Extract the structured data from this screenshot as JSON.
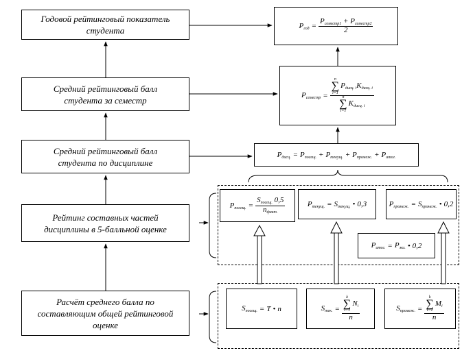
{
  "left_boxes": {
    "annual": "Годовой рейтинговый показатель\nстудента",
    "semester": "Средний рейтинговый балл\nстудента за семестр",
    "discipline": "Средний рейтинговый балл\nстудента по дисциплине",
    "parts": "Рейтинг составных частей\nдисциплины в 5-балльной оценке",
    "average": "Расчёт среднего балла по\nсоставляющим общей рейтинговой\nоценке"
  },
  "formulas": {
    "annual": {
      "lhs": "P",
      "lhs_sub": "год",
      "num_a": "P",
      "num_a_sub": "семестр1",
      "plus": "+",
      "num_b": "P",
      "num_b_sub": "семестр2",
      "den": "2"
    },
    "semester": {
      "lhs": "P",
      "lhs_sub": "семестр",
      "sum_top": "n",
      "sum_bot": "i=1",
      "num_p": "P",
      "num_p_sub": "дисц. i",
      "num_k": "K",
      "num_k_sub": "дисц. i",
      "den_k": "K",
      "den_k_sub": "дисц. i"
    },
    "discipline": {
      "lhs": "P",
      "lhs_sub": "дисц.",
      "t1": "P",
      "t1_sub": "посещ.",
      "t2": "P",
      "t2_sub": "текущ.",
      "t3": "P",
      "t3_sub": "промеж.",
      "t4": "P",
      "t4_sub": "итог."
    },
    "attendance": {
      "lhs": "P",
      "lhs_sub": "посещ.",
      "num": "S",
      "num_sub": "посещ.",
      "num_coef": "0,5",
      "den": "n",
      "den_sub": "факт."
    },
    "current": {
      "lhs": "P",
      "lhs_sub": "текущ.",
      "rhs": "S",
      "rhs_sub": "текущ.",
      "coef": "0,3"
    },
    "interim": {
      "lhs": "P",
      "lhs_sub": "промеж.",
      "rhs": "S",
      "rhs_sub": "промеж.",
      "coef": "0,2"
    },
    "final": {
      "lhs": "P",
      "lhs_sub": "итог.",
      "rhs": "P",
      "rhs_sub": "экз.",
      "coef": "0,2"
    },
    "s_attendance": {
      "lhs": "S",
      "lhs_sub": "посещ.",
      "rhs": "T",
      "n": "n"
    },
    "s_current": {
      "lhs": "S",
      "lhs_sub": "тек.",
      "sum_top": "k",
      "sum_bot": "i=1",
      "term": "N",
      "term_sub": "i",
      "den": "n"
    },
    "s_interim": {
      "lhs": "S",
      "lhs_sub": "промеж.",
      "sum_top": "k",
      "sum_bot": "i=1",
      "term": "M",
      "term_sub": "i",
      "den": "n"
    }
  }
}
